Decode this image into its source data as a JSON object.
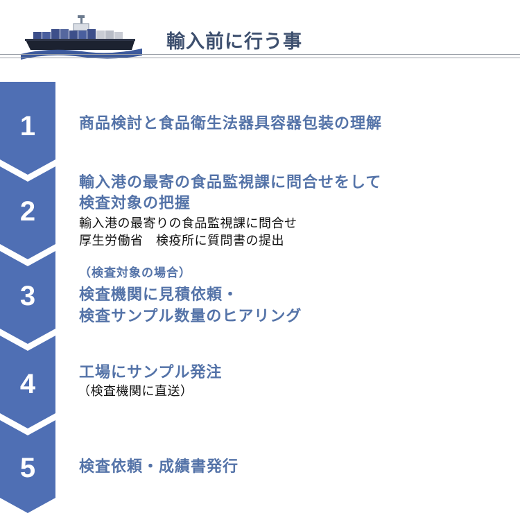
{
  "header": {
    "title": "輸入前に行う事"
  },
  "steps": [
    {
      "number": "1",
      "lines": [
        "商品検討と食品衛生法器具容器包装の理解"
      ]
    },
    {
      "number": "2",
      "lines": [
        "輸入港の最寄の食品監視課に問合せをして",
        "検査対象の把握"
      ],
      "sub_lines": [
        "輸入港の最寄りの食品監視課に問合せ",
        "厚生労働省　検疫所に質問書の提出"
      ]
    },
    {
      "number": "3",
      "note": "（検査対象の場合）",
      "lines": [
        "検査機関に見積依頼・",
        "検査サンプル数量のヒアリング"
      ]
    },
    {
      "number": "4",
      "lines": [
        "工場にサンプル発注"
      ],
      "sub_lines": [
        "（検査機関に直送）"
      ]
    },
    {
      "number": "5",
      "lines": [
        "検査依頼・成績書発行"
      ]
    }
  ],
  "colors": {
    "arrow_blue": "#4f6fb4",
    "text_blue": "#5473a8",
    "title_navy": "#3d4f6e"
  }
}
